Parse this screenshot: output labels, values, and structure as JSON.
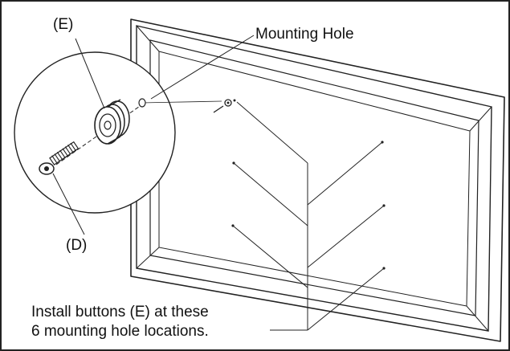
{
  "labels": {
    "button": "(E)",
    "mounting_hole": "Mounting Hole",
    "screw": "(D)"
  },
  "caption": {
    "line1": "Install buttons (E) at these",
    "line2": "6 mounting hole locations."
  },
  "colors": {
    "ink": "#111111",
    "frame_border": "#222222",
    "background": "#ffffff"
  }
}
